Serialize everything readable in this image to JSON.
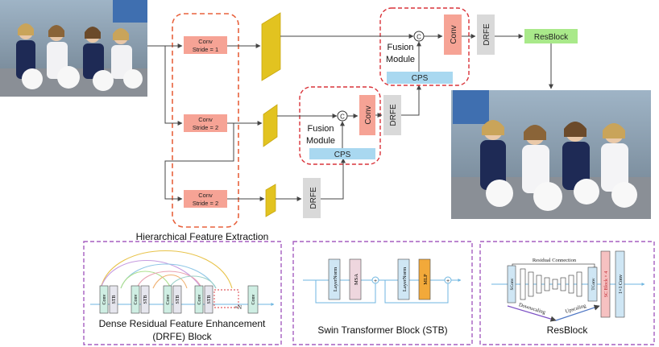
{
  "diagram": {
    "blocks": {
      "conv_s1": {
        "line1": "Conv",
        "line2": "Stride = 1"
      },
      "conv_s2a": {
        "line1": "Conv",
        "line2": "Stride = 2"
      },
      "conv_s2b": {
        "line1": "Conv",
        "line2": "Stride = 2"
      },
      "conv": "Conv",
      "drfe": "DRFE",
      "cps": "CPS",
      "resblock": "ResBlock",
      "fusion_line1": "Fusion",
      "fusion_line2": "Module",
      "concat_symbol": "C",
      "plus_symbol": "+"
    },
    "labels": {
      "hierarchical": "Hierarchical Feature Extraction"
    },
    "panels": {
      "drfe": {
        "caption1": "Dense Residual Feature Enhancement",
        "caption2": "(DRFE) Block",
        "conv": "Conv",
        "stb": "STB",
        "repeat": "×N"
      },
      "stb": {
        "caption": "Swin Transformer Block (STB)",
        "layernorm": "LayerNorm",
        "msa": "MSA",
        "mlp": "MLP"
      },
      "resblock": {
        "caption": "ResBlock",
        "residual": "Residual Connection",
        "sconv": "SConv",
        "tconv": "TConv",
        "scblock": "SC Block × 4",
        "conv1x1": "1×1 Conv",
        "downscaling": "Downscaling",
        "upscaling": "Upscaling"
      }
    },
    "colors": {
      "conv": "#f6a395",
      "cps": "#a9d8f0",
      "drfe": "#d9d9d9",
      "resblock": "#a9e98a",
      "feature": "#e2c320",
      "dashed_orange": "#e8623d",
      "dashed_red": "#d9333a",
      "dashed_purple": "#a65fc0"
    },
    "icons": {
      "input_photo": "cheerleaders-photo-icon",
      "output_photo": "cheerleaders-photo-enhanced-icon"
    }
  }
}
